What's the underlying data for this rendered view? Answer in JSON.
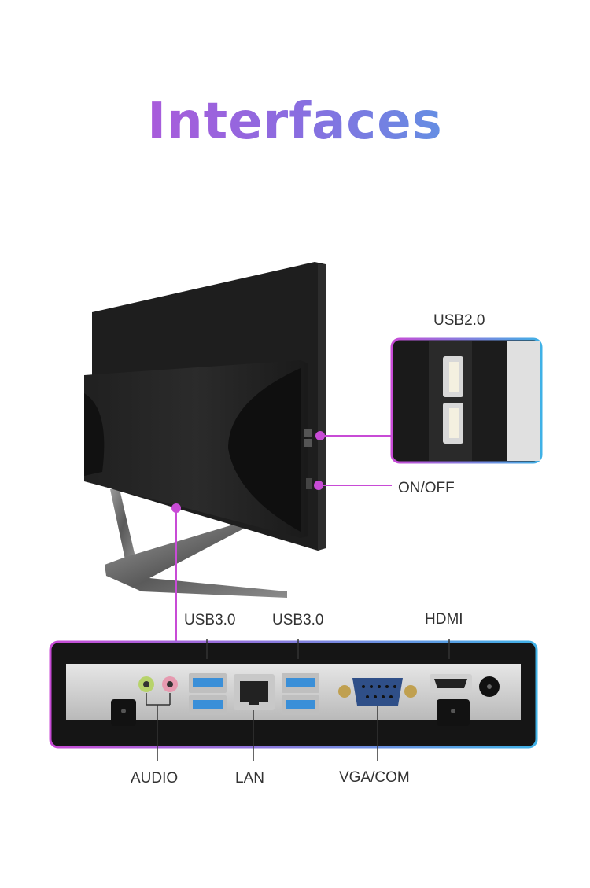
{
  "title": "Interfaces",
  "labels": {
    "usb2": "USB2.0",
    "onoff": "ON/OFF",
    "usb3_left": "USB3.0",
    "usb3_right": "USB3.0",
    "hdmi": "HDMI",
    "audio": "AUDIO",
    "lan": "LAN",
    "vgacom": "VGA/COM"
  },
  "colors": {
    "accent_pink": "#c84bd6",
    "accent_blue": "#3fb1e6",
    "usb3_blue": "#3a8fd8"
  }
}
